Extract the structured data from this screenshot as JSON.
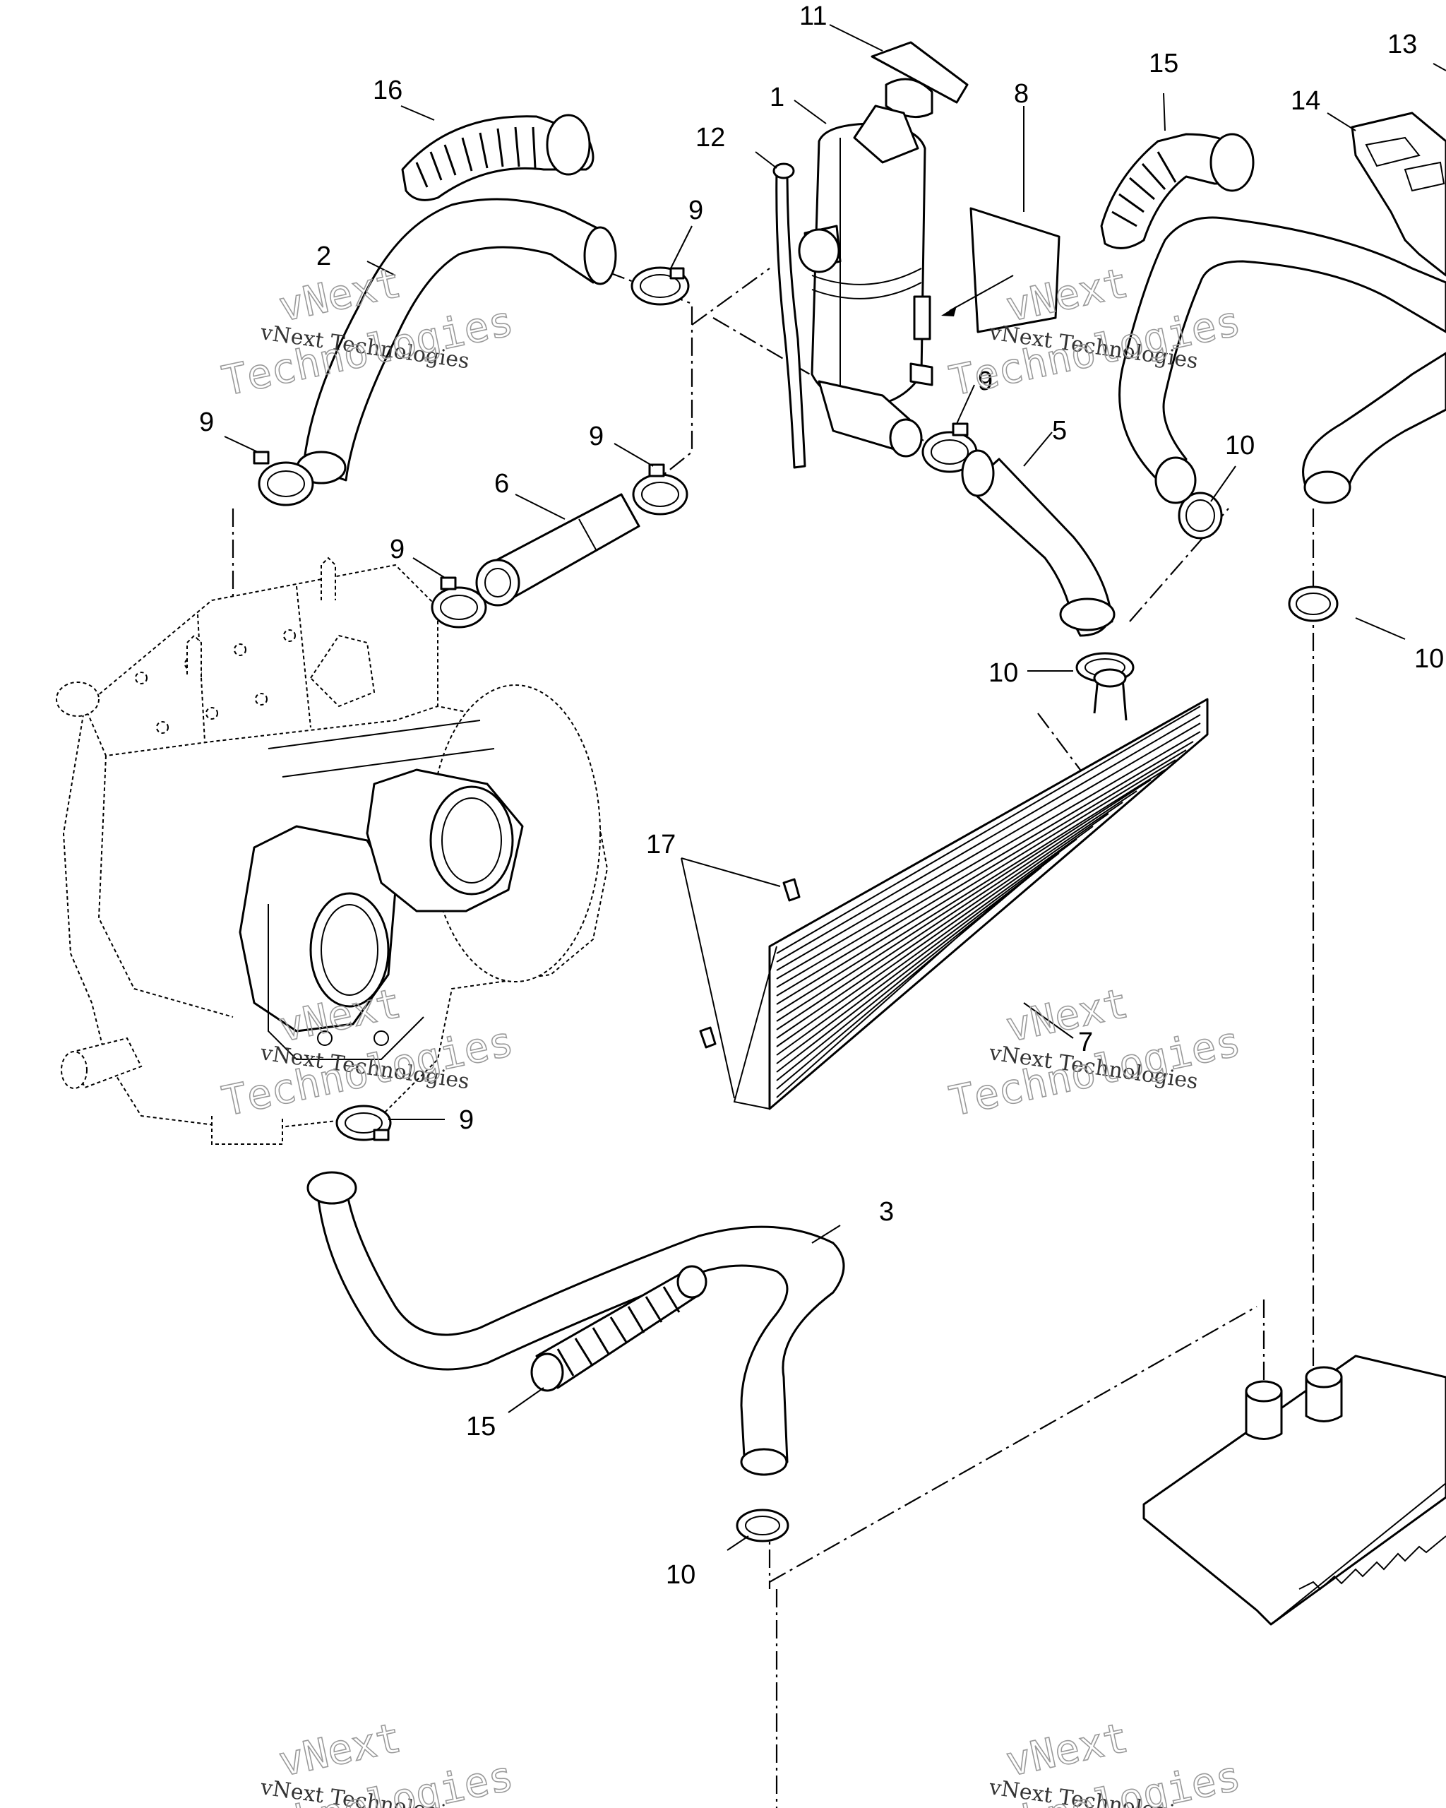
{
  "callouts": [
    {
      "id": "c1",
      "text": "1"
    },
    {
      "id": "c2",
      "text": "2"
    },
    {
      "id": "c3",
      "text": "3"
    },
    {
      "id": "c5",
      "text": "5"
    },
    {
      "id": "c6",
      "text": "6"
    },
    {
      "id": "c7",
      "text": "7"
    },
    {
      "id": "c8",
      "text": "8"
    },
    {
      "id": "c9a",
      "text": "9"
    },
    {
      "id": "c9b",
      "text": "9"
    },
    {
      "id": "c9c",
      "text": "9"
    },
    {
      "id": "c9d",
      "text": "9"
    },
    {
      "id": "c9e",
      "text": "9"
    },
    {
      "id": "c9f",
      "text": "9"
    },
    {
      "id": "c10a",
      "text": "10"
    },
    {
      "id": "c10b",
      "text": "10"
    },
    {
      "id": "c10c",
      "text": "10"
    },
    {
      "id": "c10d",
      "text": "10"
    },
    {
      "id": "c11",
      "text": "11"
    },
    {
      "id": "c12",
      "text": "12"
    },
    {
      "id": "c13",
      "text": "13"
    },
    {
      "id": "c14",
      "text": "14"
    },
    {
      "id": "c15a",
      "text": "15"
    },
    {
      "id": "c15b",
      "text": "15"
    },
    {
      "id": "c16",
      "text": "16"
    },
    {
      "id": "c17",
      "text": "17"
    }
  ],
  "watermark": {
    "line1": "vNext Technologies",
    "big_line1": "vNext",
    "big_line2": "Technologies"
  }
}
